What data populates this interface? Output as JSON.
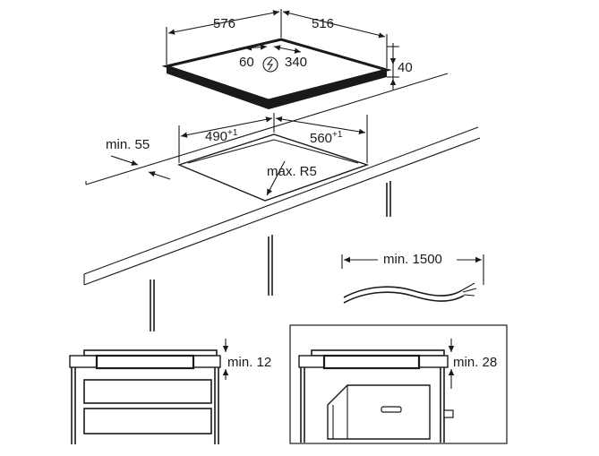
{
  "labels": {
    "width": "576",
    "depth": "516",
    "height": "40",
    "conn_left": "60",
    "conn_right": "340",
    "cutout_width": "490",
    "cutout_depth": "560",
    "tolerance": "+1",
    "min_edge": "min. 55",
    "radius": "max. R5",
    "cable": "min. 1500",
    "clearance_drawer": "min. 12",
    "clearance_oven": "min. 28"
  }
}
